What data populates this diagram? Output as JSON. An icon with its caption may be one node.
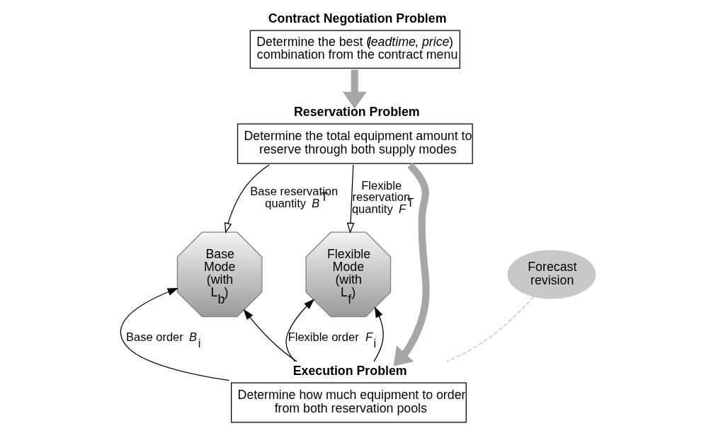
{
  "diagram": {
    "nodes": [
      {
        "text": [
          "Contract Negotiation Problem",
          "Determine the best (*leadtime*, *price*) combination from the contract menu"
        ]
      },
      {
        "text": [
          "Reservation Problem",
          "Determine the total equipment amount to reserve through both supply modes"
        ]
      },
      {
        "text": [
          "Base Mode (with L$_{b}$)"
        ]
      },
      {
        "text": [
          "Forecast revision"
        ]
      },
      {
        "text": [
          "Flexible Mode (with L$_{f}$)"
        ]
      },
      {
        "text": [
          "Execution Problem",
          "Determine how much equipment to order from both reservation pools"
        ]
      }
    ],
    "edges": [
      {
        "from": 0,
        "to": 1,
        "arrow": "to",
        "style": "thick",
        "color": "#a6a6a6"
      },
      {
        "from": 1,
        "to": 2,
        "arrow": "to",
        "label": "Base reservation quantity *B*$^{T}$"
      },
      {
        "from": 1,
        "to": 4,
        "arrow": "to",
        "label": "Flexible reservation quantity *F*$^{T}$"
      },
      {
        "from": 1,
        "to": 5,
        "arrow": "to",
        "style": "thick",
        "color": "#a6a6a6"
      },
      {
        "from": 3,
        "to": 5,
        "arrow": "none",
        "style": "dashed",
        "color": "#c0c0c0"
      },
      {
        "from": 5,
        "to": 2,
        "arrow": "to",
        "label": "Base order *B*$_{i}$"
      },
      {
        "from": 5,
        "to": 2,
        "arrow": "to"
      },
      {
        "from": 5,
        "to": 4,
        "arrow": "to",
        "label": "Flexible order *F*$_{i}$"
      },
      {
        "from": 5,
        "to": 4,
        "arrow": "to"
      }
    ]
  }
}
